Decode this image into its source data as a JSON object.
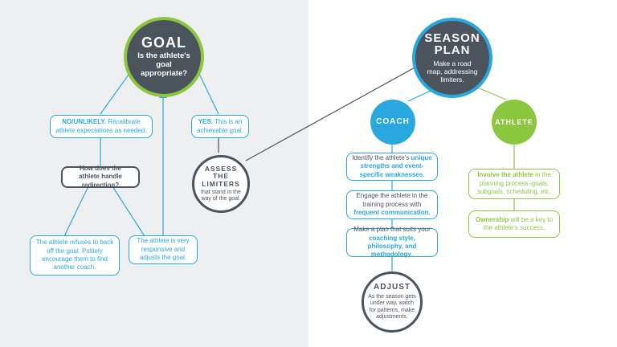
{
  "goal": {
    "title": "GOAL",
    "question": "Is the athlete's goal appropriate?"
  },
  "no_box": {
    "bold": "NO/UNLIKELY.",
    "text": "Recalibrate athlete expectations as needed."
  },
  "yes_box": {
    "bold": "YES.",
    "text": "This is an achievable goal."
  },
  "redirection_box": {
    "text": "How does the athlete handle redirection?"
  },
  "refuses_box": {
    "text": "The athlete refuses to back off the goal. Politely encourage them to find another coach."
  },
  "responsive_box": {
    "text": "The athlete is very responsive and adjusts the goal."
  },
  "assess": {
    "title": "ASSESS THE LIMITERS",
    "text": "that stand in the way of the goal."
  },
  "season_plan": {
    "title": "SEASON PLAN",
    "text": "Make a road map, addressing limiters."
  },
  "coach": {
    "title": "COACH"
  },
  "athlete": {
    "title": "ATHLETE"
  },
  "coach_box1": {
    "pre": "Identify the athlete's",
    "bold": "unique strengths and event-specific weaknesses",
    "post": "."
  },
  "coach_box2": {
    "pre": "Engage the athlete in the training process with",
    "bold": "frequent communication",
    "post": "."
  },
  "coach_box3": {
    "pre": "Make a plan that suits your",
    "bold": "coaching style, philosophy, and methodology",
    "post": "."
  },
  "athlete_box1": {
    "bold": "Involve the athlete",
    "post": "in the planning process–goals, subgoals, scheduling, etc."
  },
  "athlete_box2": {
    "bold": "Ownership",
    "post": "will be a key to the athlete's success."
  },
  "adjust": {
    "title": "ADJUST",
    "text": "As the season gets under way, watch for patterns, make adjustments."
  },
  "colors": {
    "blue": "#29a8e0",
    "green": "#8cc63f",
    "dark": "#4b545c",
    "left_bg": "#eeeff0"
  }
}
